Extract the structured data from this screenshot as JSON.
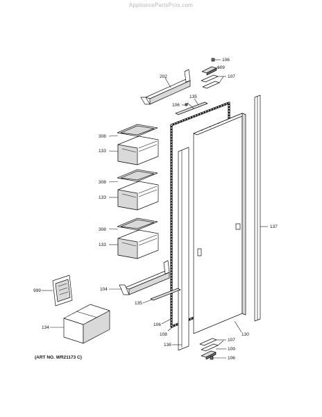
{
  "watermark": "AppliancePartsPros.com",
  "art_number": "(ART NO. WR21173 C)",
  "callouts": {
    "c106_top": "106",
    "c109_top": "109",
    "c107_top": "107",
    "c202": "202",
    "c135_top": "135",
    "c106_mid": "106",
    "c308_a": "308",
    "c133_a": "133",
    "c308_b": "308",
    "c133_b": "133",
    "c308_c": "308",
    "c133_c": "133",
    "c137": "137",
    "c999": "999",
    "c104": "104",
    "c135_bot": "135",
    "c134": "134",
    "c106_low": "106",
    "c108": "108",
    "c130": "130",
    "c136": "136",
    "c107_bot": "107",
    "c109_bot": "109",
    "c106_bot": "106"
  }
}
